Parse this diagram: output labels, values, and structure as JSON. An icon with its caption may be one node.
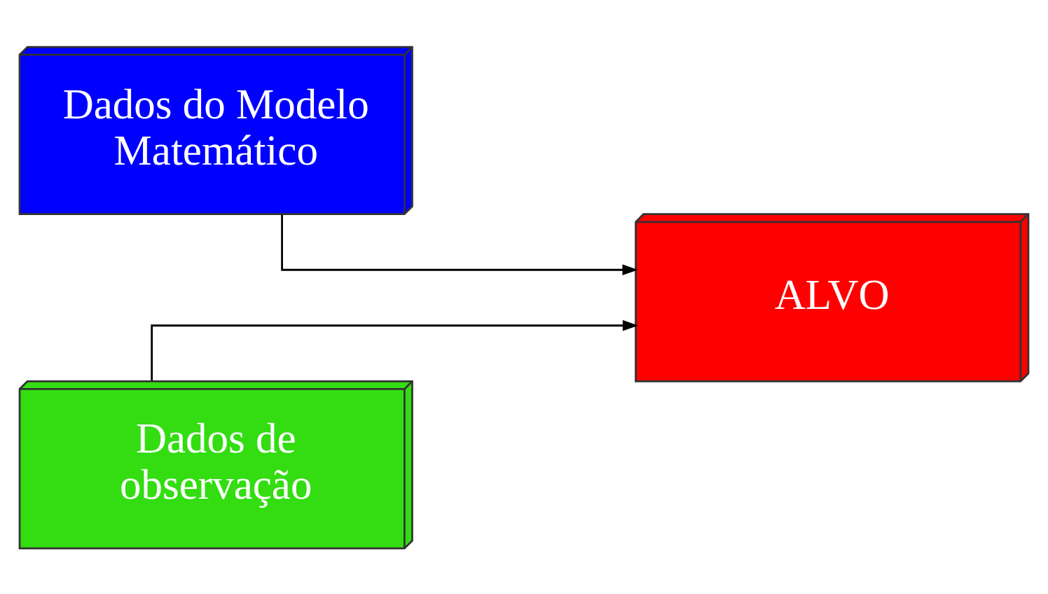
{
  "diagram": {
    "nodes": [
      {
        "text": [
          "Dados do Modelo Matemático"
        ]
      },
      {
        "text": [
          "Dados de observação"
        ]
      },
      {
        "text": [
          "ALVO"
        ]
      }
    ],
    "edges": [
      {
        "from": 0,
        "to": 2,
        "arrow": "to"
      },
      {
        "from": 1,
        "to": 2,
        "arrow": "to"
      }
    ]
  }
}
